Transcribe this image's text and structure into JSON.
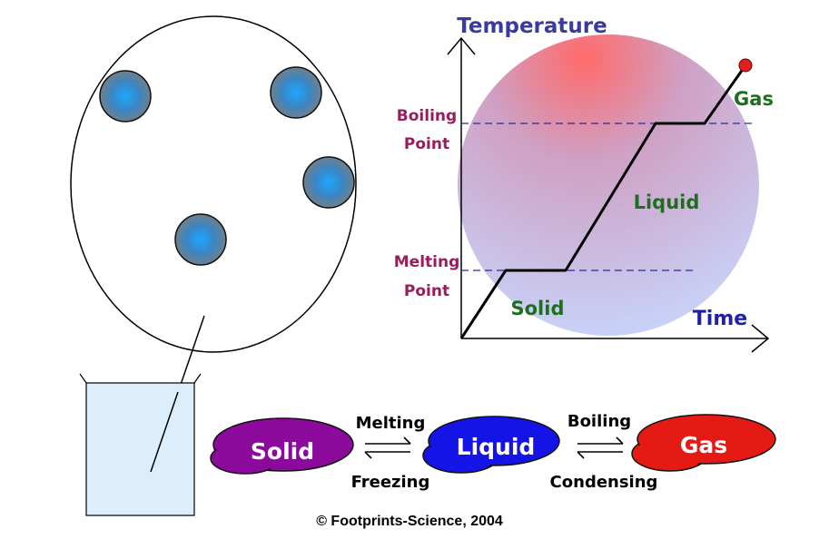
{
  "colors": {
    "graph_axis_title": "#3b3b9e",
    "point_label": "#9a1b5e",
    "phase_label": "#1f6e1f",
    "dashed_line": "#2b2b9a",
    "end_dot": "#e02020",
    "particle": "#2a8fe0",
    "beaker_fill": "#dcedfb",
    "blob_solid": "#8b0a9b",
    "blob_liquid": "#1414e6",
    "blob_gas": "#e61a14"
  },
  "graph": {
    "y_axis_label": "Temperature",
    "x_axis_label": "Time",
    "boiling_label": [
      "Boiling",
      "Point"
    ],
    "melting_label": [
      "Melting",
      "Point"
    ],
    "phases": {
      "solid": "Solid",
      "liquid": "Liquid",
      "gas": "Gas"
    }
  },
  "cycle": {
    "states": {
      "solid": "Solid",
      "liquid": "Liquid",
      "gas": "Gas"
    },
    "transitions": {
      "melting": "Melting",
      "freezing": "Freezing",
      "boiling": "Boiling",
      "condensing": "Condensing"
    }
  },
  "icons": {
    "particle": "gas-particle-icon",
    "beaker": "beaker-icon"
  },
  "footer": {
    "copyright": "© Footprints-Science, 2004"
  }
}
